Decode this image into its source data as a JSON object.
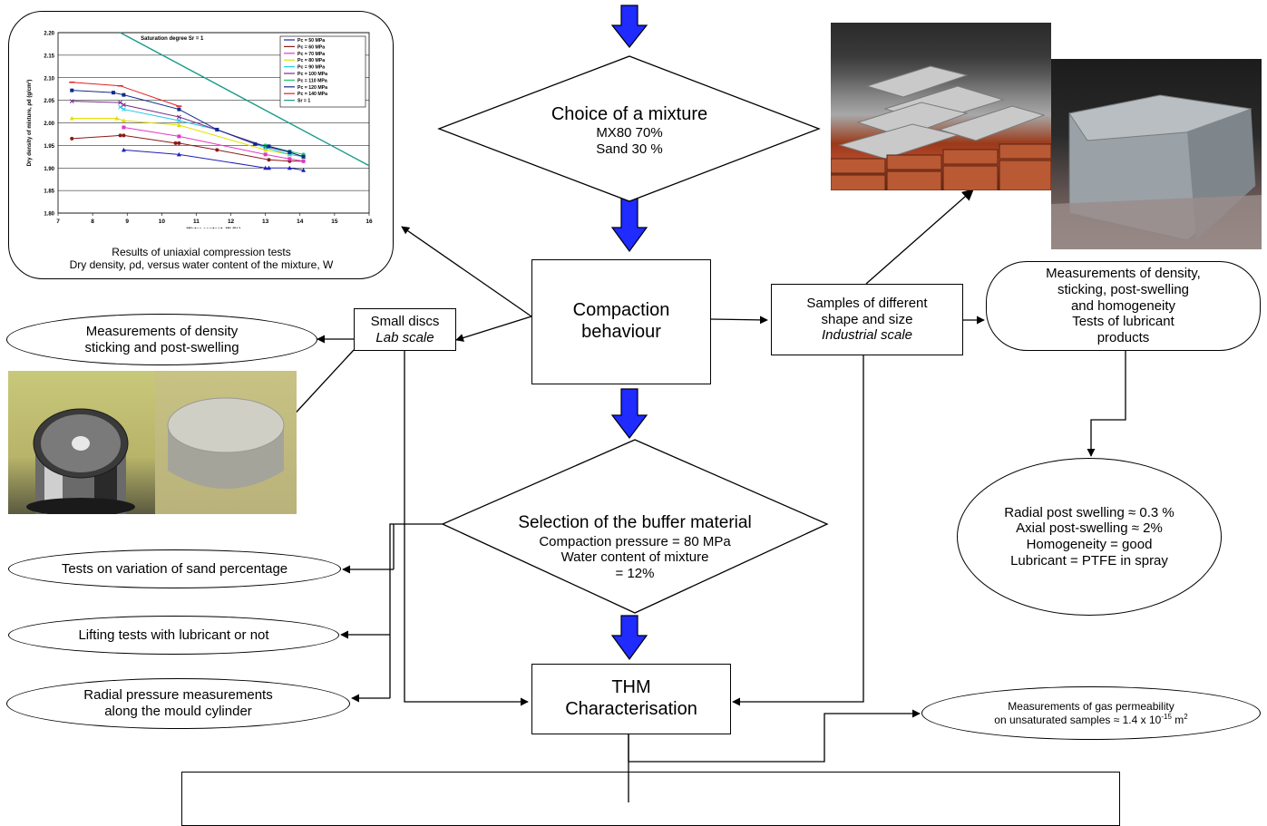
{
  "chart_panel": {
    "caption_line1": "Results of uniaxial compression tests",
    "caption_line2": "Dry density, ρd, versus water content of the mixture, W"
  },
  "chart_data": {
    "type": "line",
    "xlabel": "Water content, W (%)",
    "ylabel": "Dry density of mixture, ρd (g/cm³)",
    "annotation": "Saturation degree Sr = 1",
    "xlim": [
      7,
      16
    ],
    "ylim": [
      1.8,
      2.2
    ],
    "x_ticks": [
      "7",
      "8",
      "9",
      "10",
      "11",
      "12",
      "13",
      "14",
      "15",
      "16"
    ],
    "y_ticks": [
      "1.80",
      "1.85",
      "1.90",
      "1.95",
      "2.00",
      "2.05",
      "2.10",
      "2.15",
      "2.20"
    ],
    "grid": "horizontal",
    "legend_position": "top-right",
    "series": [
      {
        "name": "Pc = 50 MPa",
        "color": "#1f1fb4",
        "marker": "triangle",
        "x": [
          8.9,
          10.5,
          13.0,
          13.1,
          13.7,
          14.1
        ],
        "y": [
          1.94,
          1.93,
          1.9,
          1.9,
          1.9,
          1.895
        ]
      },
      {
        "name": "Pc = 60 MPa",
        "color": "#8b1a1a",
        "marker": "circle",
        "x": [
          7.4,
          8.8,
          8.9,
          10.4,
          10.5,
          11.6,
          13.1,
          13.7,
          14.1
        ],
        "y": [
          1.965,
          1.972,
          1.972,
          1.955,
          1.955,
          1.94,
          1.918,
          1.915,
          1.915
        ]
      },
      {
        "name": "Pc = 70 MPa",
        "color": "#e03ac8",
        "marker": "square",
        "x": [
          8.9,
          10.5,
          13.0,
          13.7,
          14.1
        ],
        "y": [
          1.99,
          1.97,
          1.93,
          1.92,
          1.915
        ]
      },
      {
        "name": "Pc = 80 MPa",
        "color": "#e0e000",
        "marker": "triangle",
        "x": [
          7.4,
          8.7,
          8.9,
          10.5,
          13.0,
          13.7,
          14.1
        ],
        "y": [
          2.01,
          2.01,
          2.005,
          1.995,
          1.94,
          1.93,
          1.925
        ]
      },
      {
        "name": "Pc = 90 MPa",
        "color": "#1ec8e6",
        "marker": "x",
        "x": [
          8.8,
          8.9,
          10.5,
          11.6,
          13.0,
          13.7,
          14.1
        ],
        "y": [
          2.035,
          2.03,
          2.005,
          1.985,
          1.945,
          1.93,
          1.925
        ]
      },
      {
        "name": "Pc = 100 MPa",
        "color": "#7b2d8b",
        "marker": "x",
        "x": [
          7.4,
          8.8,
          8.9,
          10.5,
          13.0,
          13.7,
          14.1
        ],
        "y": [
          2.048,
          2.045,
          2.04,
          2.013,
          1.948,
          1.935,
          1.925
        ]
      },
      {
        "name": "Pc = 110 MPa",
        "color": "#22c46a",
        "marker": "circle",
        "x": [
          13.0,
          13.7,
          14.1
        ],
        "y": [
          1.95,
          1.937,
          1.93
        ]
      },
      {
        "name": "Pc = 120 MPa",
        "color": "#102a8c",
        "marker": "square",
        "x": [
          7.4,
          8.6,
          8.9,
          10.5,
          11.6,
          12.7,
          13.1,
          13.7,
          14.1
        ],
        "y": [
          2.072,
          2.067,
          2.062,
          2.03,
          1.985,
          1.953,
          1.948,
          1.935,
          1.925
        ]
      },
      {
        "name": "Pc = 140 MPa",
        "color": "#e02020",
        "marker": "dash",
        "x": [
          7.4,
          8.8,
          10.5
        ],
        "y": [
          2.09,
          2.082,
          2.037
        ]
      },
      {
        "name": "Sr = 1",
        "color": "#1a9a8a",
        "marker": "none",
        "x": [
          8.8,
          16.0
        ],
        "y": [
          2.2,
          1.905
        ]
      }
    ]
  },
  "nodes": {
    "choice": {
      "title": "Choice of a mixture",
      "line1": "MX80 70%",
      "line2": "Sand 30 %"
    },
    "compaction": {
      "line1": "Compaction",
      "line2": "behaviour"
    },
    "small_discs": {
      "line1": "Small discs",
      "line2": "Lab scale"
    },
    "samples": {
      "line1": "Samples of different",
      "line2": "shape and size",
      "line3": "Industrial scale"
    },
    "meas_density_lab": {
      "line1": "Measurements of density",
      "line2": "sticking and post-swelling"
    },
    "meas_density_ind": {
      "line1": "Measurements of density,",
      "line2": "sticking, post-swelling",
      "line3": "and homogeneity",
      "line4": "Tests of lubricant",
      "line5": "products"
    },
    "selection": {
      "title": "Selection of the buffer material",
      "line1": "Compaction pressure = 80 MPa",
      "line2": "Water content of mixture",
      "line3": "= 12%"
    },
    "results": {
      "line1": "Radial post swelling ≈ 0.3 %",
      "line2": "Axial post-swelling ≈ 2%",
      "line3": "Homogeneity = good",
      "line4": "Lubricant = PTFE in spray"
    },
    "sand_tests": {
      "label": "Tests on variation of sand percentage"
    },
    "lifting_tests": {
      "label": "Lifting tests with lubricant or not"
    },
    "radial_pressure": {
      "line1": "Radial pressure measurements",
      "line2": "along the mould cylinder"
    },
    "thm": {
      "line1": "THM",
      "line2": "Characterisation"
    },
    "gas_perm": {
      "line1": "Measurements of gas permeability",
      "line2_prefix": "on unsaturated samples ≈ 1.4 x 10",
      "exp1": "-15",
      "unit": " m",
      "exp2": "2"
    }
  }
}
